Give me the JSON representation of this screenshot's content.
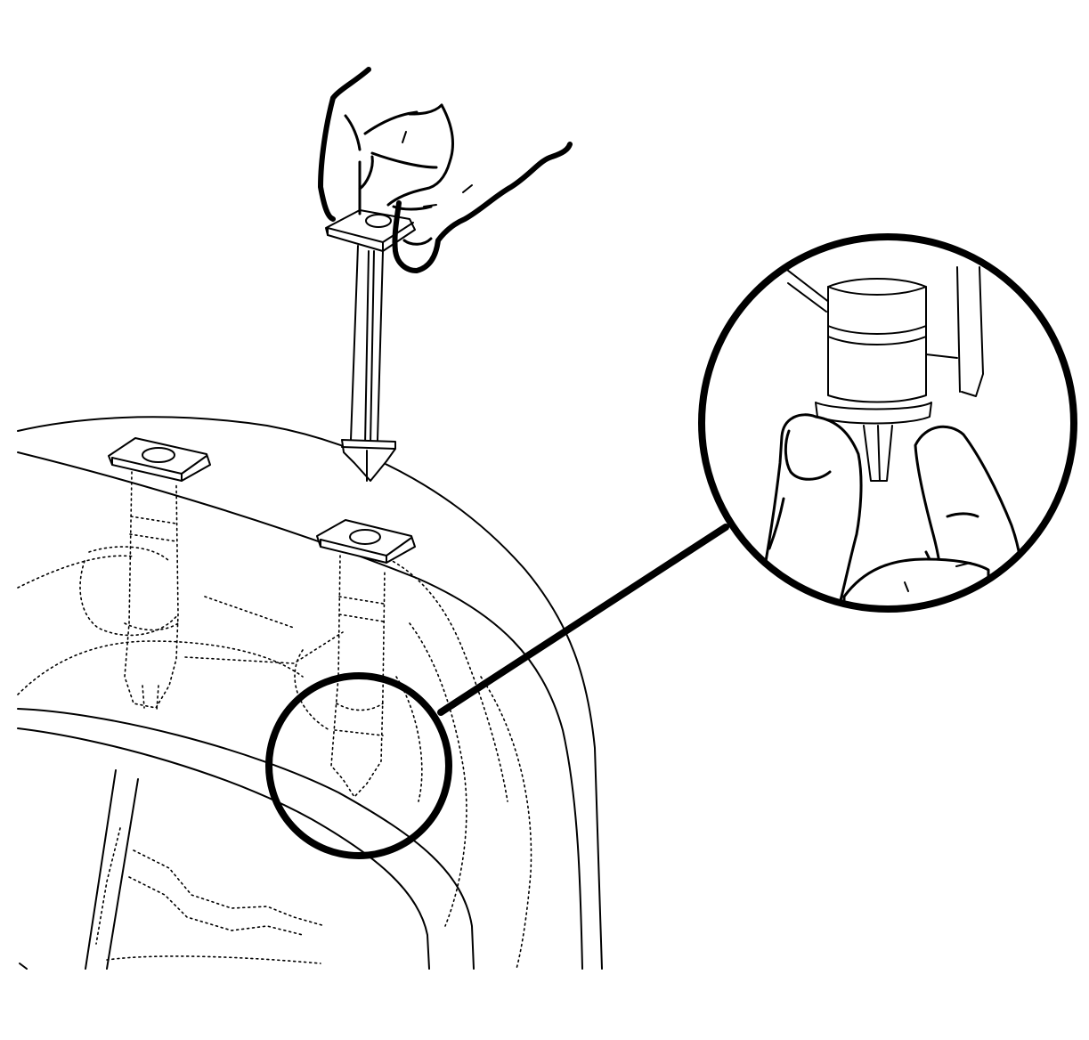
{
  "figure": {
    "type": "line-art service illustration",
    "colors": {
      "line": "#000000",
      "background": "#ffffff"
    },
    "parts": [
      "hand-with-push-pin-retainer",
      "panel-edge",
      "installed-retainers",
      "detail-callout-circle",
      "callout-leader-line"
    ]
  }
}
